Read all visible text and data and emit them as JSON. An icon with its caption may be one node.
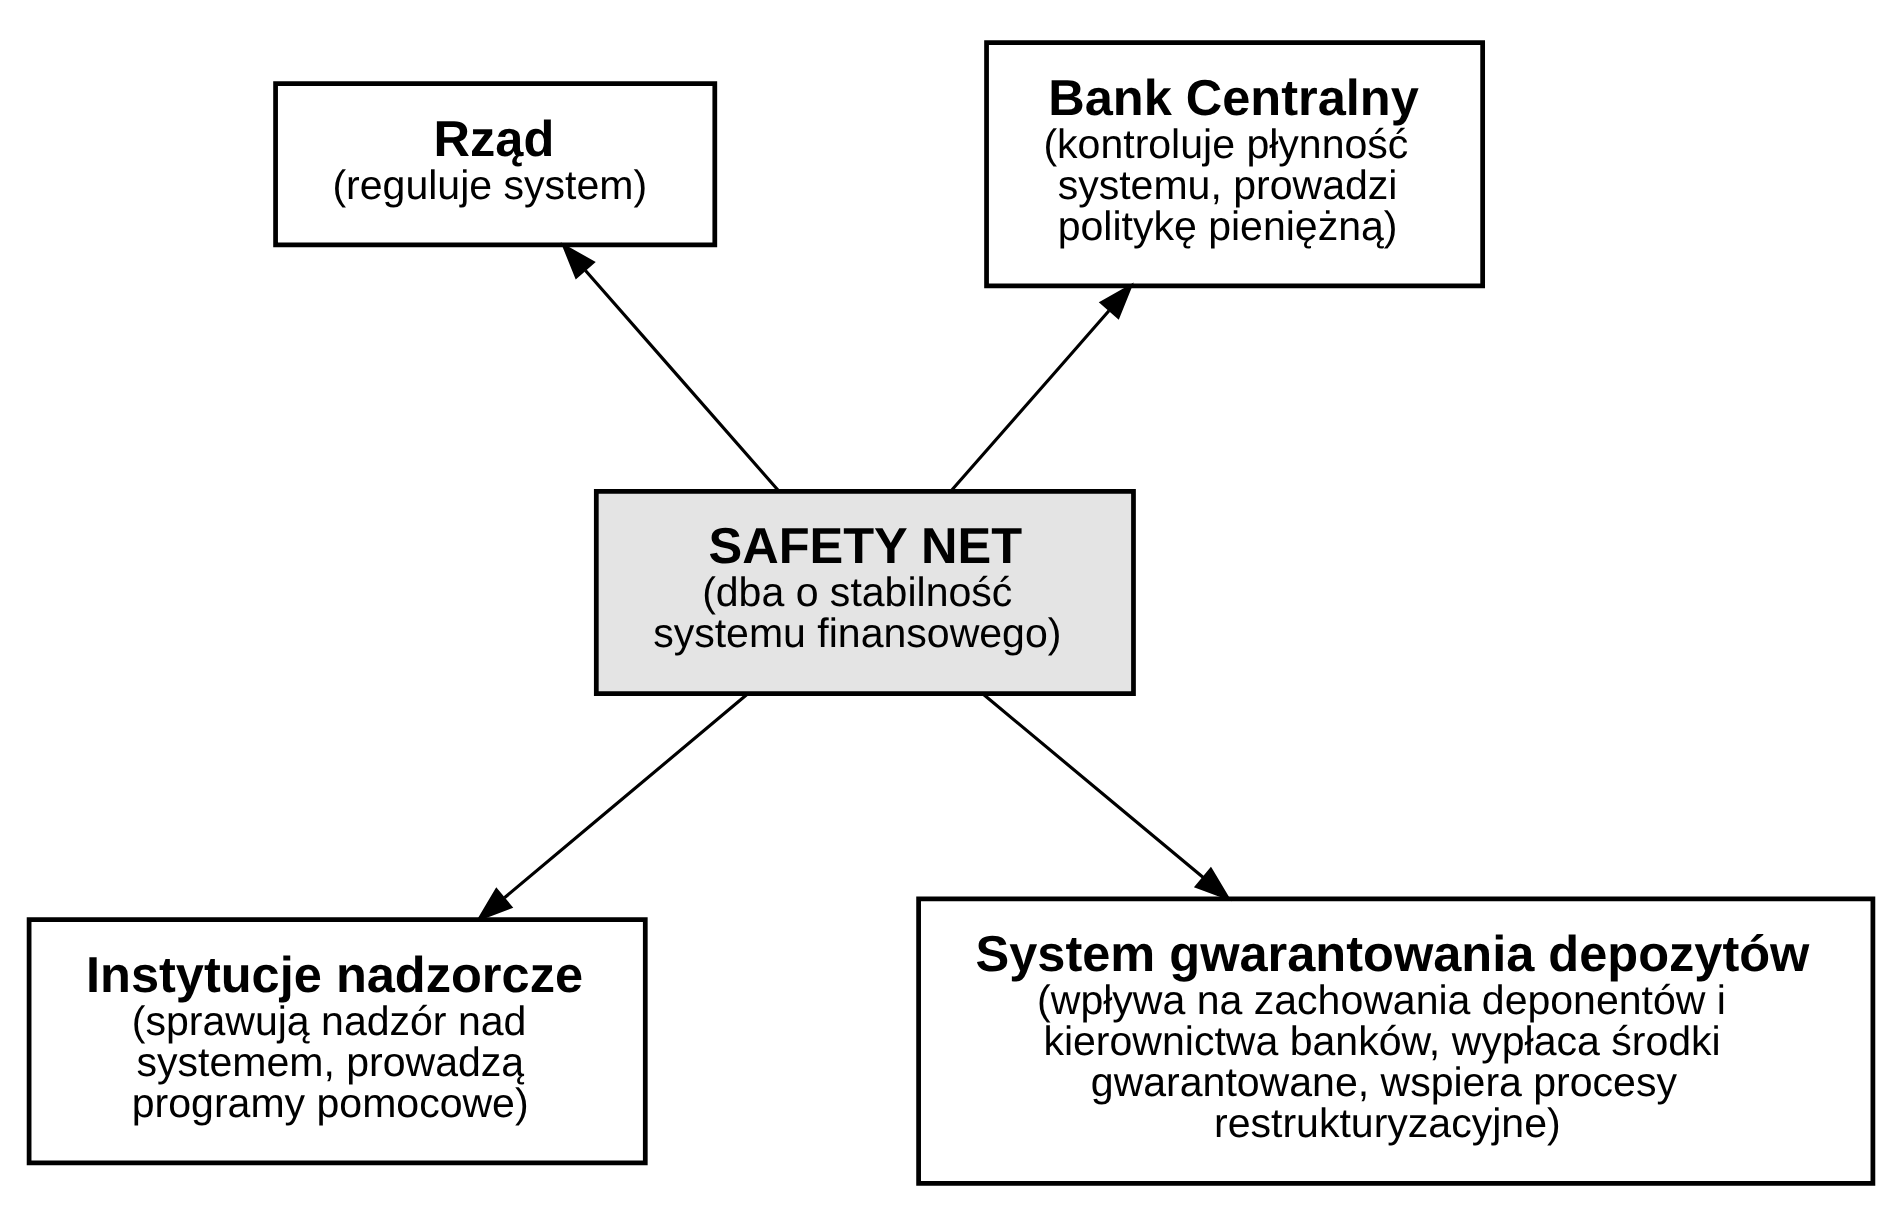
{
  "diagram": {
    "nodes": [
      {
        "text": [
          "Rząd",
          "(reguluje system)"
        ]
      },
      {
        "text": [
          "Bank Centralny",
          "(kontroluje płynność systemu, prowadzi politykę pieniężną)"
        ]
      },
      {
        "text": [
          "SAFETY NET",
          "(dba o stabilność systemu finansowego)"
        ]
      },
      {
        "text": [
          "Instytucje nadzorcze",
          "(sprawują nadzór nad systemem, prowadzą programy pomocowe)"
        ]
      },
      {
        "text": [
          "System gwarantowania depozytów",
          "(wpływa na zachowania deponentów i kierownictwa banków, wypłaca środki gwarantowane, wspiera procesy restrukturyzacyjne)"
        ]
      }
    ],
    "edges": [
      {
        "from": 2,
        "to": 0,
        "arrow": "to"
      },
      {
        "from": 2,
        "to": 1,
        "arrow": "to"
      },
      {
        "from": 2,
        "to": 3,
        "arrow": "to"
      },
      {
        "from": 2,
        "to": 4,
        "arrow": "to"
      }
    ]
  }
}
